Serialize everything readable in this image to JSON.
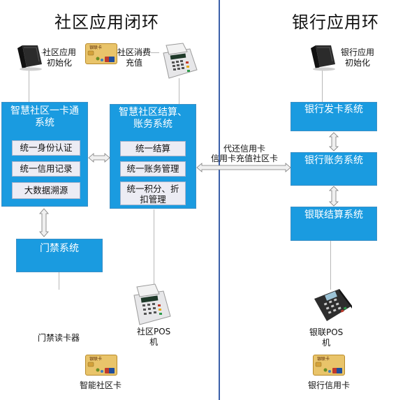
{
  "left_title": "社区应用闭环",
  "right_title": "银行应用环",
  "icons": {
    "card_reader": "card-reader-icon",
    "pos_terminal": "pos-terminal-icon",
    "bank_card": "bank-card-icon",
    "card_brand": "银联卡"
  },
  "colors": {
    "box_fill": "#1a9be0",
    "box_border": "#3a8fc6",
    "divider": "#3a5fa8",
    "inner_fill": "#ececf4"
  },
  "community": {
    "init_label": [
      "社区应用",
      "初始化"
    ],
    "recharge_label": [
      "社区消费",
      "充值"
    ],
    "card_system": {
      "title": [
        "智慧社区一卡通",
        "系统"
      ],
      "items": [
        "统一身份认证",
        "统一信用记录",
        "大数据溯源"
      ]
    },
    "settlement_system": {
      "title": [
        "智慧社区结算、",
        "账务系统"
      ],
      "items": [
        "统一结算",
        "统一账务管理",
        "统一积分、折扣管理"
      ],
      "item3_lines": [
        "统一积分、折",
        "扣管理"
      ]
    },
    "access_system": "门禁系统",
    "access_reader": "门禁读卡器",
    "pos_label": [
      "社区POS",
      "机"
    ],
    "smart_card": "智能社区卡"
  },
  "link_label": [
    "代还信用卡",
    "信用卡充值社区卡"
  ],
  "bank": {
    "init_label": [
      "银行应用",
      "初始化"
    ],
    "issuing": "银行发卡系统",
    "accounting": "银行账务系统",
    "unionpay": "银联结算系统",
    "pos_label": [
      "银联POS",
      "机"
    ],
    "credit_card": "银行信用卡"
  }
}
